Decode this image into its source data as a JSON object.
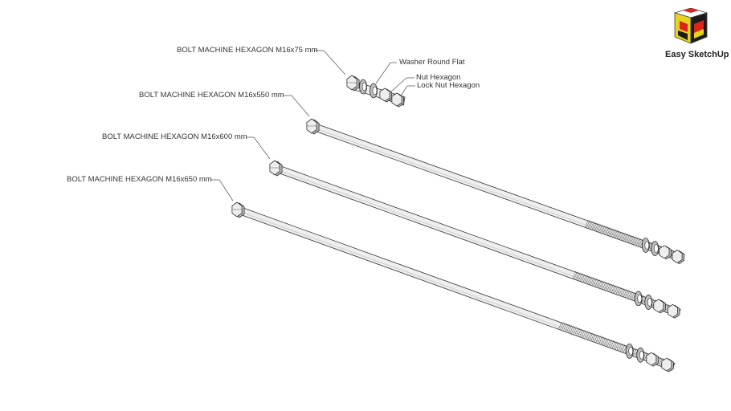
{
  "labels": {
    "bolt_75": "BOLT MACHINE HEXAGON M16x75 mm",
    "washer": "Washer Round Flat",
    "nut": "Nut Hexagon",
    "lock_nut": "Lock Nut Hexagon",
    "bolt_550": "BOLT MACHINE HEXAGON M16x550 mm",
    "bolt_600": "BOLT MACHINE HEXAGON M16x600 mm",
    "bolt_650": "BOLT MACHINE HEXAGON M16x650 mm"
  },
  "logo": {
    "text": "Easy SketchUp",
    "colors": [
      "#e8d21a",
      "#d8261c",
      "#1b1b1b",
      "#ffffff"
    ]
  },
  "colors": {
    "line": "#333333",
    "metal": "#eeeeee",
    "metal_shade": "#bdbdbd",
    "leader": "#555555"
  }
}
